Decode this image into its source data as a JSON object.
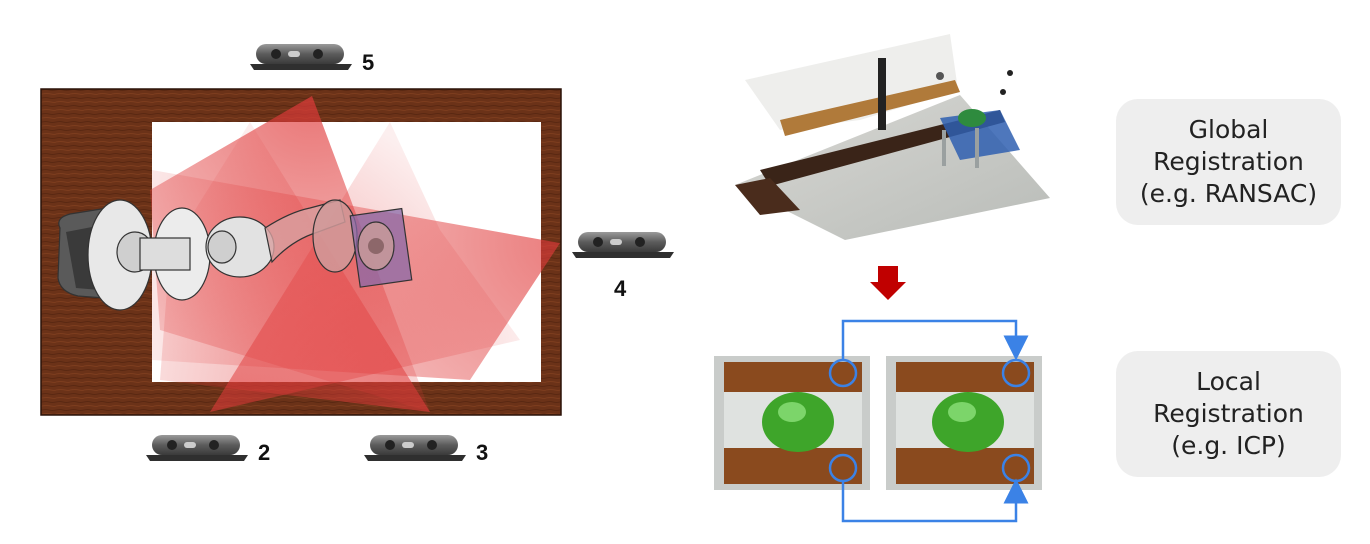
{
  "cameras": [
    {
      "id": "5",
      "label": "5"
    },
    {
      "id": "4",
      "label": "4"
    },
    {
      "id": "2",
      "label": "2"
    },
    {
      "id": "3",
      "label": "3"
    }
  ],
  "stages": {
    "global": {
      "line1": "Global",
      "line2": "Registration",
      "line3": "(e.g. RANSAC)"
    },
    "local": {
      "line1": "Local",
      "line2": "Registration",
      "line3": "(e.g. ICP)"
    }
  },
  "colors": {
    "wood_frame": "#6b3218",
    "fov_red": "#e03a3a",
    "flow_arrow_red": "#c00000",
    "correspondence_blue": "#3b82e6",
    "box_background": "#eeeeee"
  }
}
